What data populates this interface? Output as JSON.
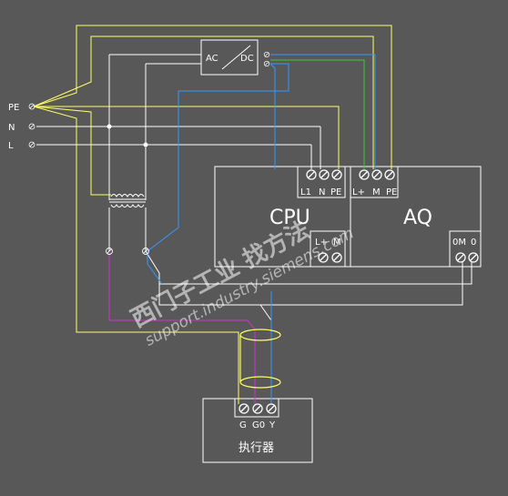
{
  "colors": {
    "background": "#585858",
    "wire_white": "#ffffff",
    "wire_yellow": "#ffff66",
    "wire_blue": "#3399ff",
    "wire_green": "#33cc33",
    "wire_magenta": "#cc33cc"
  },
  "supply": {
    "pe": "PE",
    "n": "N",
    "l": "L"
  },
  "psu": {
    "ac": "AC",
    "dc": "DC"
  },
  "cpu": {
    "title": "CPU",
    "terminals_top": [
      "L1",
      "N",
      "PE"
    ],
    "terminals_bottom": [
      "L+",
      "M"
    ]
  },
  "aq": {
    "title": "AQ",
    "terminals_top": [
      "L+",
      "M",
      "PE"
    ],
    "terminals_bottom": [
      "0M",
      "0"
    ]
  },
  "actuator": {
    "title": "执行器",
    "terminals": [
      "G",
      "G0",
      "Y"
    ]
  },
  "watermark": {
    "brand": "西门子工业 找方法",
    "url": "support.industry.siemens.com"
  }
}
